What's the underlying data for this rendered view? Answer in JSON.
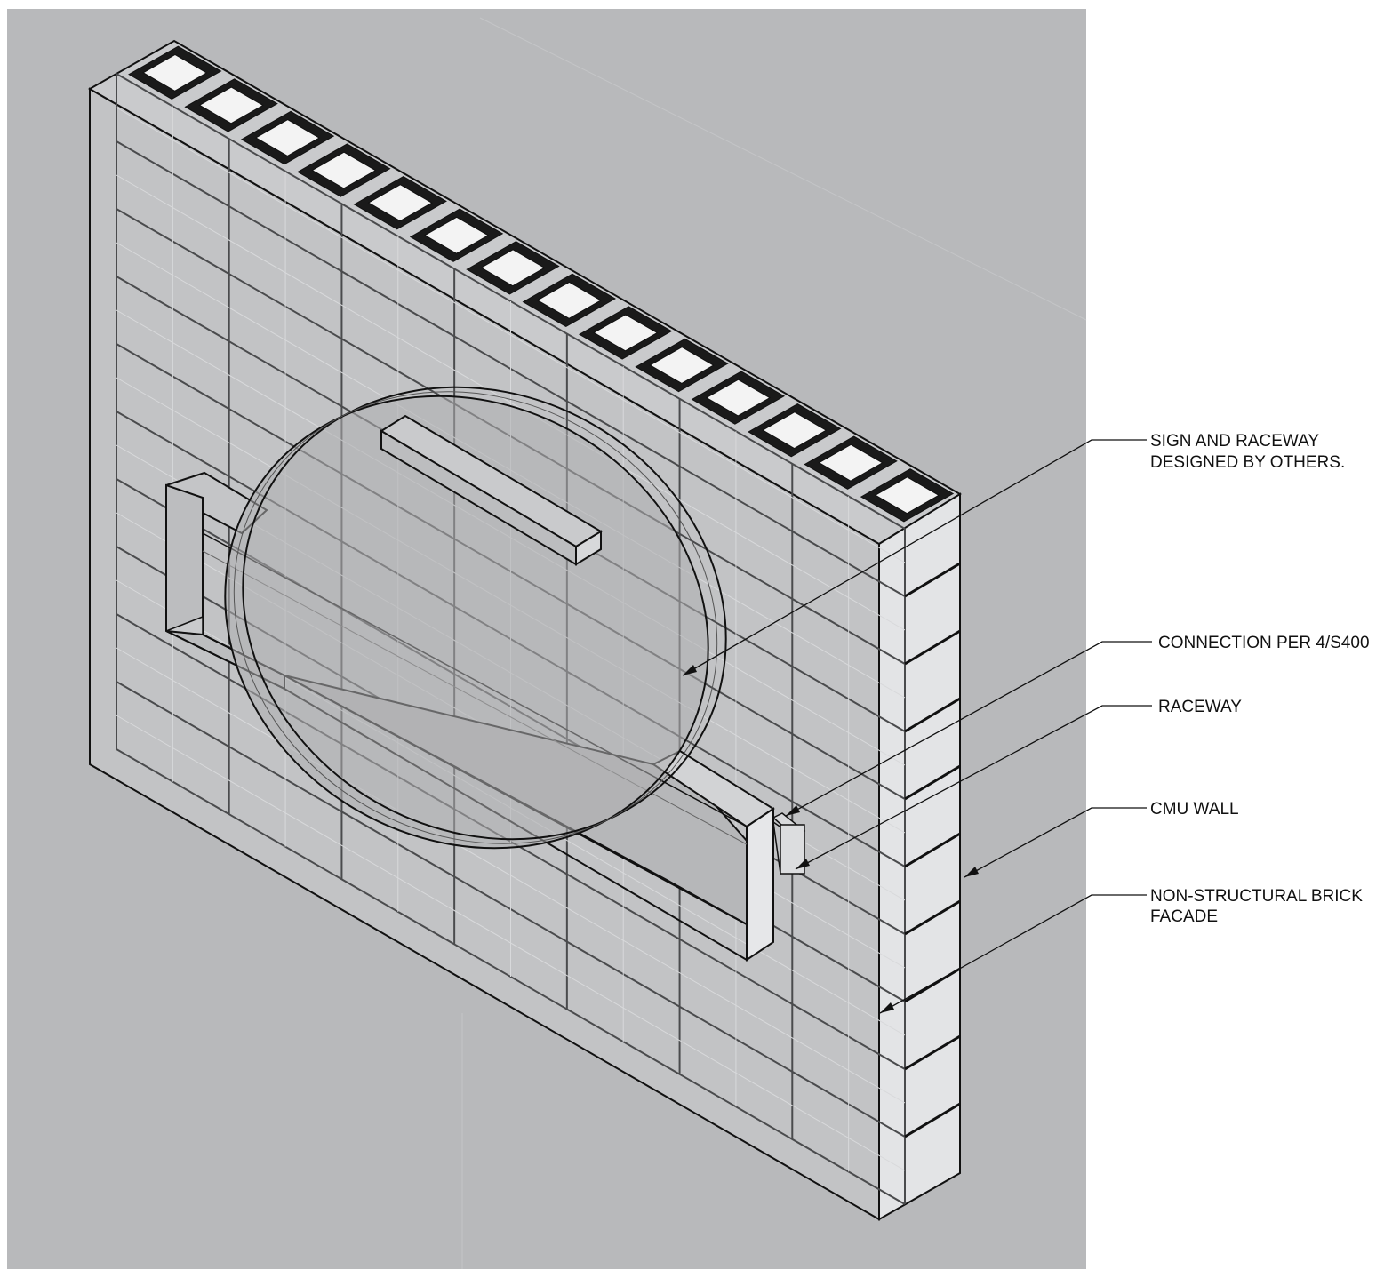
{
  "diagram": {
    "background_color": "#b8b9bb",
    "line_color": "#111111",
    "callouts": [
      {
        "id": "sign-raceway",
        "lines": [
          "SIGN AND RACEWAY",
          "DESIGNED BY OTHERS."
        ]
      },
      {
        "id": "connection",
        "lines": [
          "CONNECTION PER 4/S400"
        ]
      },
      {
        "id": "raceway",
        "lines": [
          "RACEWAY"
        ]
      },
      {
        "id": "cmu-wall",
        "lines": [
          "CMU WALL"
        ]
      },
      {
        "id": "brick-facade",
        "lines": [
          "NON-STRUCTURAL BRICK",
          "FACADE"
        ]
      }
    ]
  }
}
